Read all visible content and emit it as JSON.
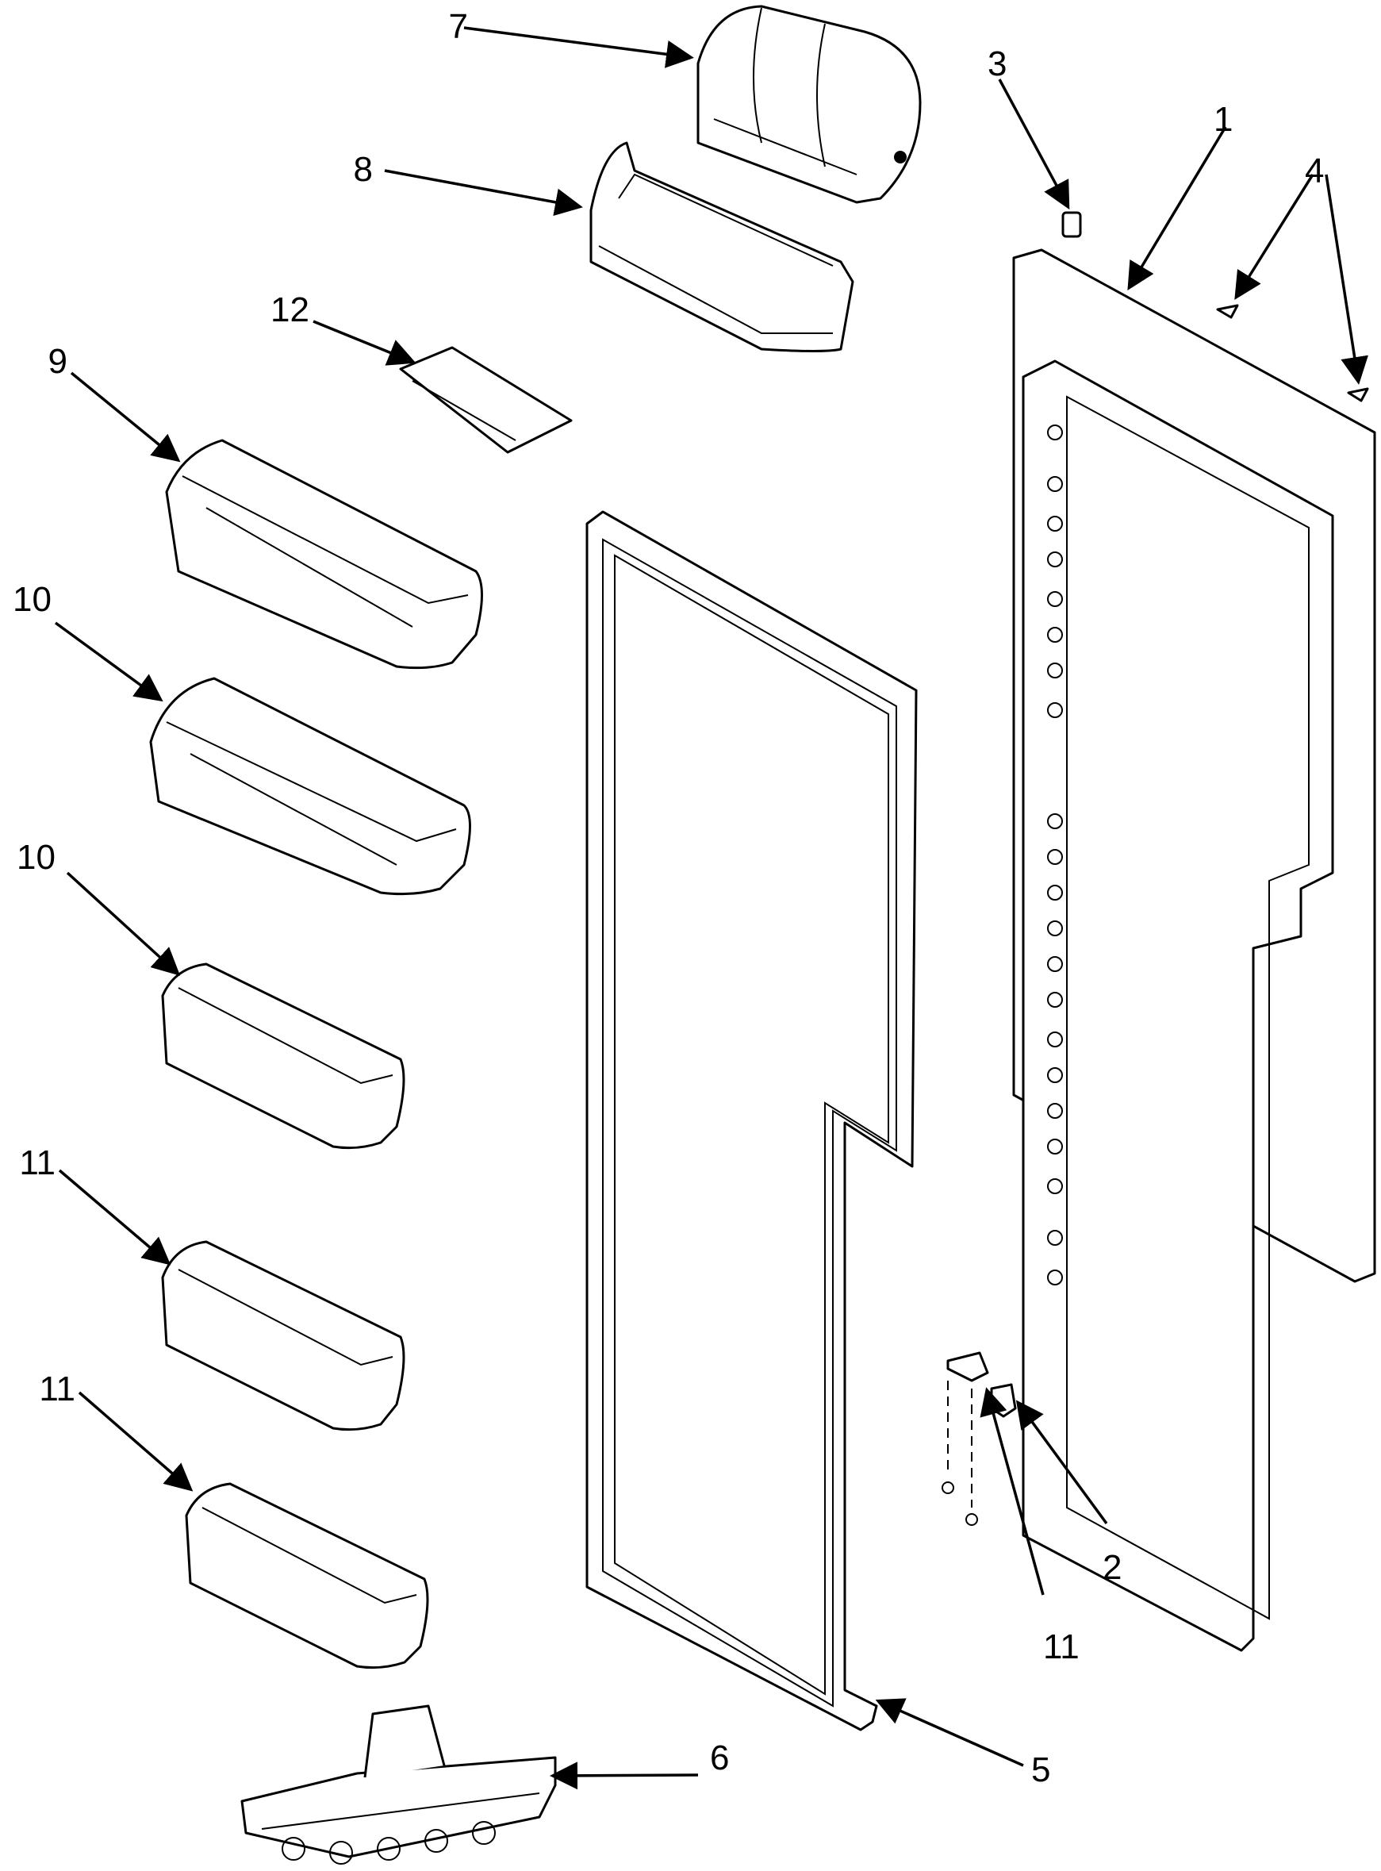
{
  "diagram": {
    "callouts": [
      {
        "id": "c1",
        "label": "1"
      },
      {
        "id": "c2",
        "label": "2"
      },
      {
        "id": "c3",
        "label": "3"
      },
      {
        "id": "c4",
        "label": "4"
      },
      {
        "id": "c5",
        "label": "5"
      },
      {
        "id": "c6",
        "label": "6"
      },
      {
        "id": "c7",
        "label": "7"
      },
      {
        "id": "c8",
        "label": "8"
      },
      {
        "id": "c9",
        "label": "9"
      },
      {
        "id": "c10a",
        "label": "10"
      },
      {
        "id": "c10b",
        "label": "10"
      },
      {
        "id": "c11a",
        "label": "11"
      },
      {
        "id": "c11b",
        "label": "11"
      },
      {
        "id": "c11c",
        "label": "11"
      },
      {
        "id": "c12",
        "label": "12"
      }
    ]
  }
}
